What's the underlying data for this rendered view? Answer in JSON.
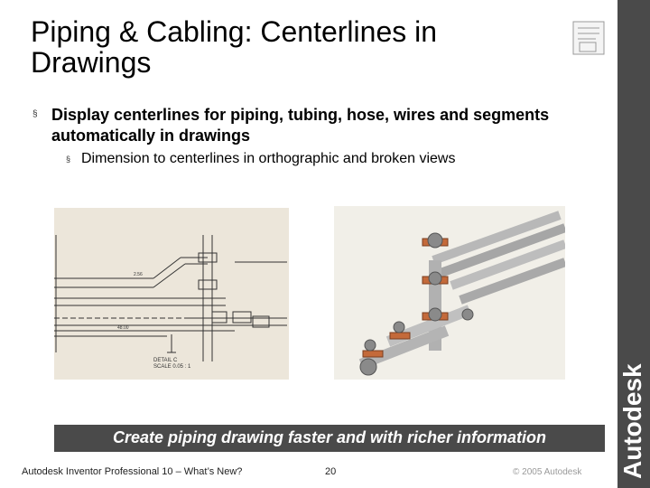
{
  "slide": {
    "title": "Piping & Cabling: Centerlines in Drawings",
    "bullets": [
      {
        "text": "Display centerlines for piping, tubing, hose, wires and segments automatically in drawings"
      },
      {
        "text": "Dimension to centerlines in orthographic and broken views"
      }
    ],
    "bullet_glyph": "§",
    "drawing_label": "DETAIL C\nSCALE 0.05 : 1",
    "banner": "Create piping drawing faster and with richer information"
  },
  "footer": {
    "left": "Autodesk Inventor Professional 10 – What’s New?",
    "page": "20",
    "right": "© 2005 Autodesk"
  },
  "brand": {
    "logo_text": "Autodesk",
    "sidebar_color": "#4a4a4a",
    "banner_color": "#4a4a4a",
    "pipe_flange_color": "#c46a3a"
  }
}
